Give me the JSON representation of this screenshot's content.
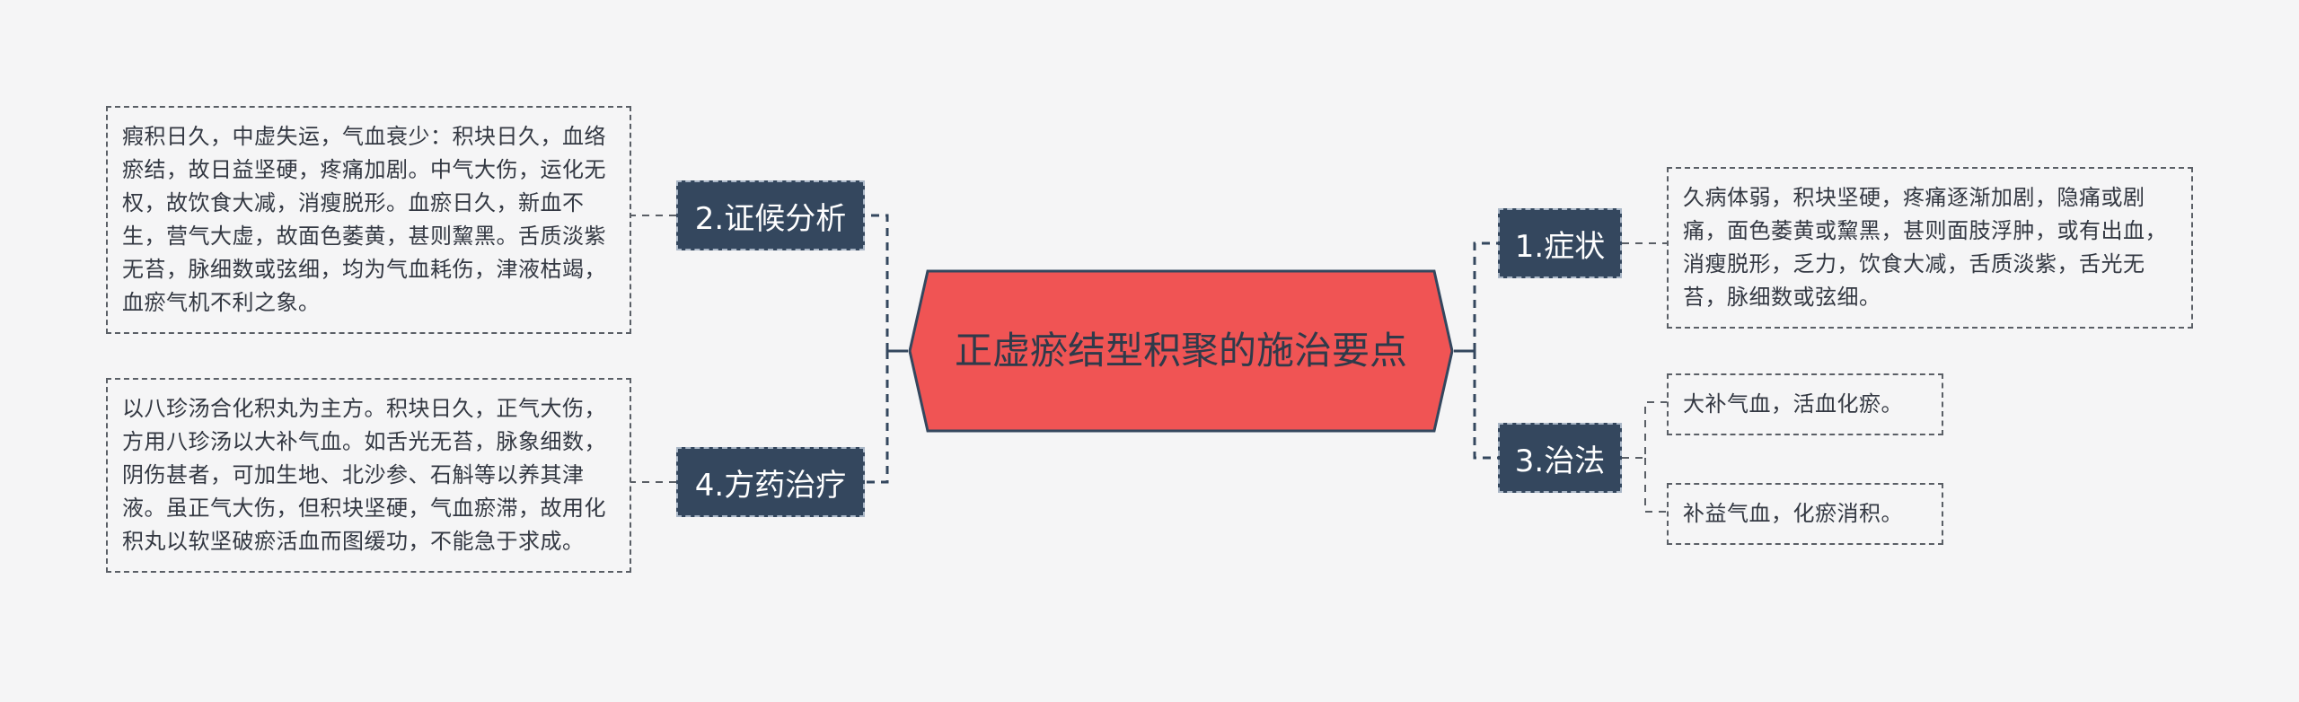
{
  "central": {
    "title": "正虚瘀结型积聚的施治要点"
  },
  "branches": [
    {
      "label": "1.症状",
      "leaves": [
        "久病体弱，积块坚硬，疼痛逐渐加剧，隐痛或剧痛，面色萎黄或黧黑，甚则面肢浮肿，或有出血，消瘦脱形，乏力，饮食大减，舌质淡紫，舌光无苔，脉细数或弦细。"
      ]
    },
    {
      "label": "2.证候分析",
      "leaves": [
        "瘕积日久，中虚失运，气血衰少：积块日久，血络瘀结，故日益坚硬，疼痛加剧。中气大伤，运化无权，故饮食大减，消瘦脱形。血瘀日久，新血不生，营气大虚，故面色萎黄，甚则黧黑。舌质淡紫无苔，脉细数或弦细，均为气血耗伤，津液枯竭，血瘀气机不利之象。"
      ]
    },
    {
      "label": "3.治法",
      "leaves": [
        "大补气血，活血化瘀。",
        "补益气血，化瘀消积。"
      ]
    },
    {
      "label": "4.方药治疗",
      "leaves": [
        "以八珍汤合化积丸为主方。积块日久，正气大伤，方用八珍汤以大补气血。如舌光无苔，脉象细数，阴伤甚者，可加生地、北沙参、石斛等以养其津液。虽正气大伤，但积块坚硬，气血瘀滞，故用化积丸以软坚破瘀活血而图缓功，不能急于求成。"
      ]
    }
  ],
  "colors": {
    "central_fill": "#f05454",
    "branch_fill": "#34475e",
    "line": "#34475e"
  }
}
